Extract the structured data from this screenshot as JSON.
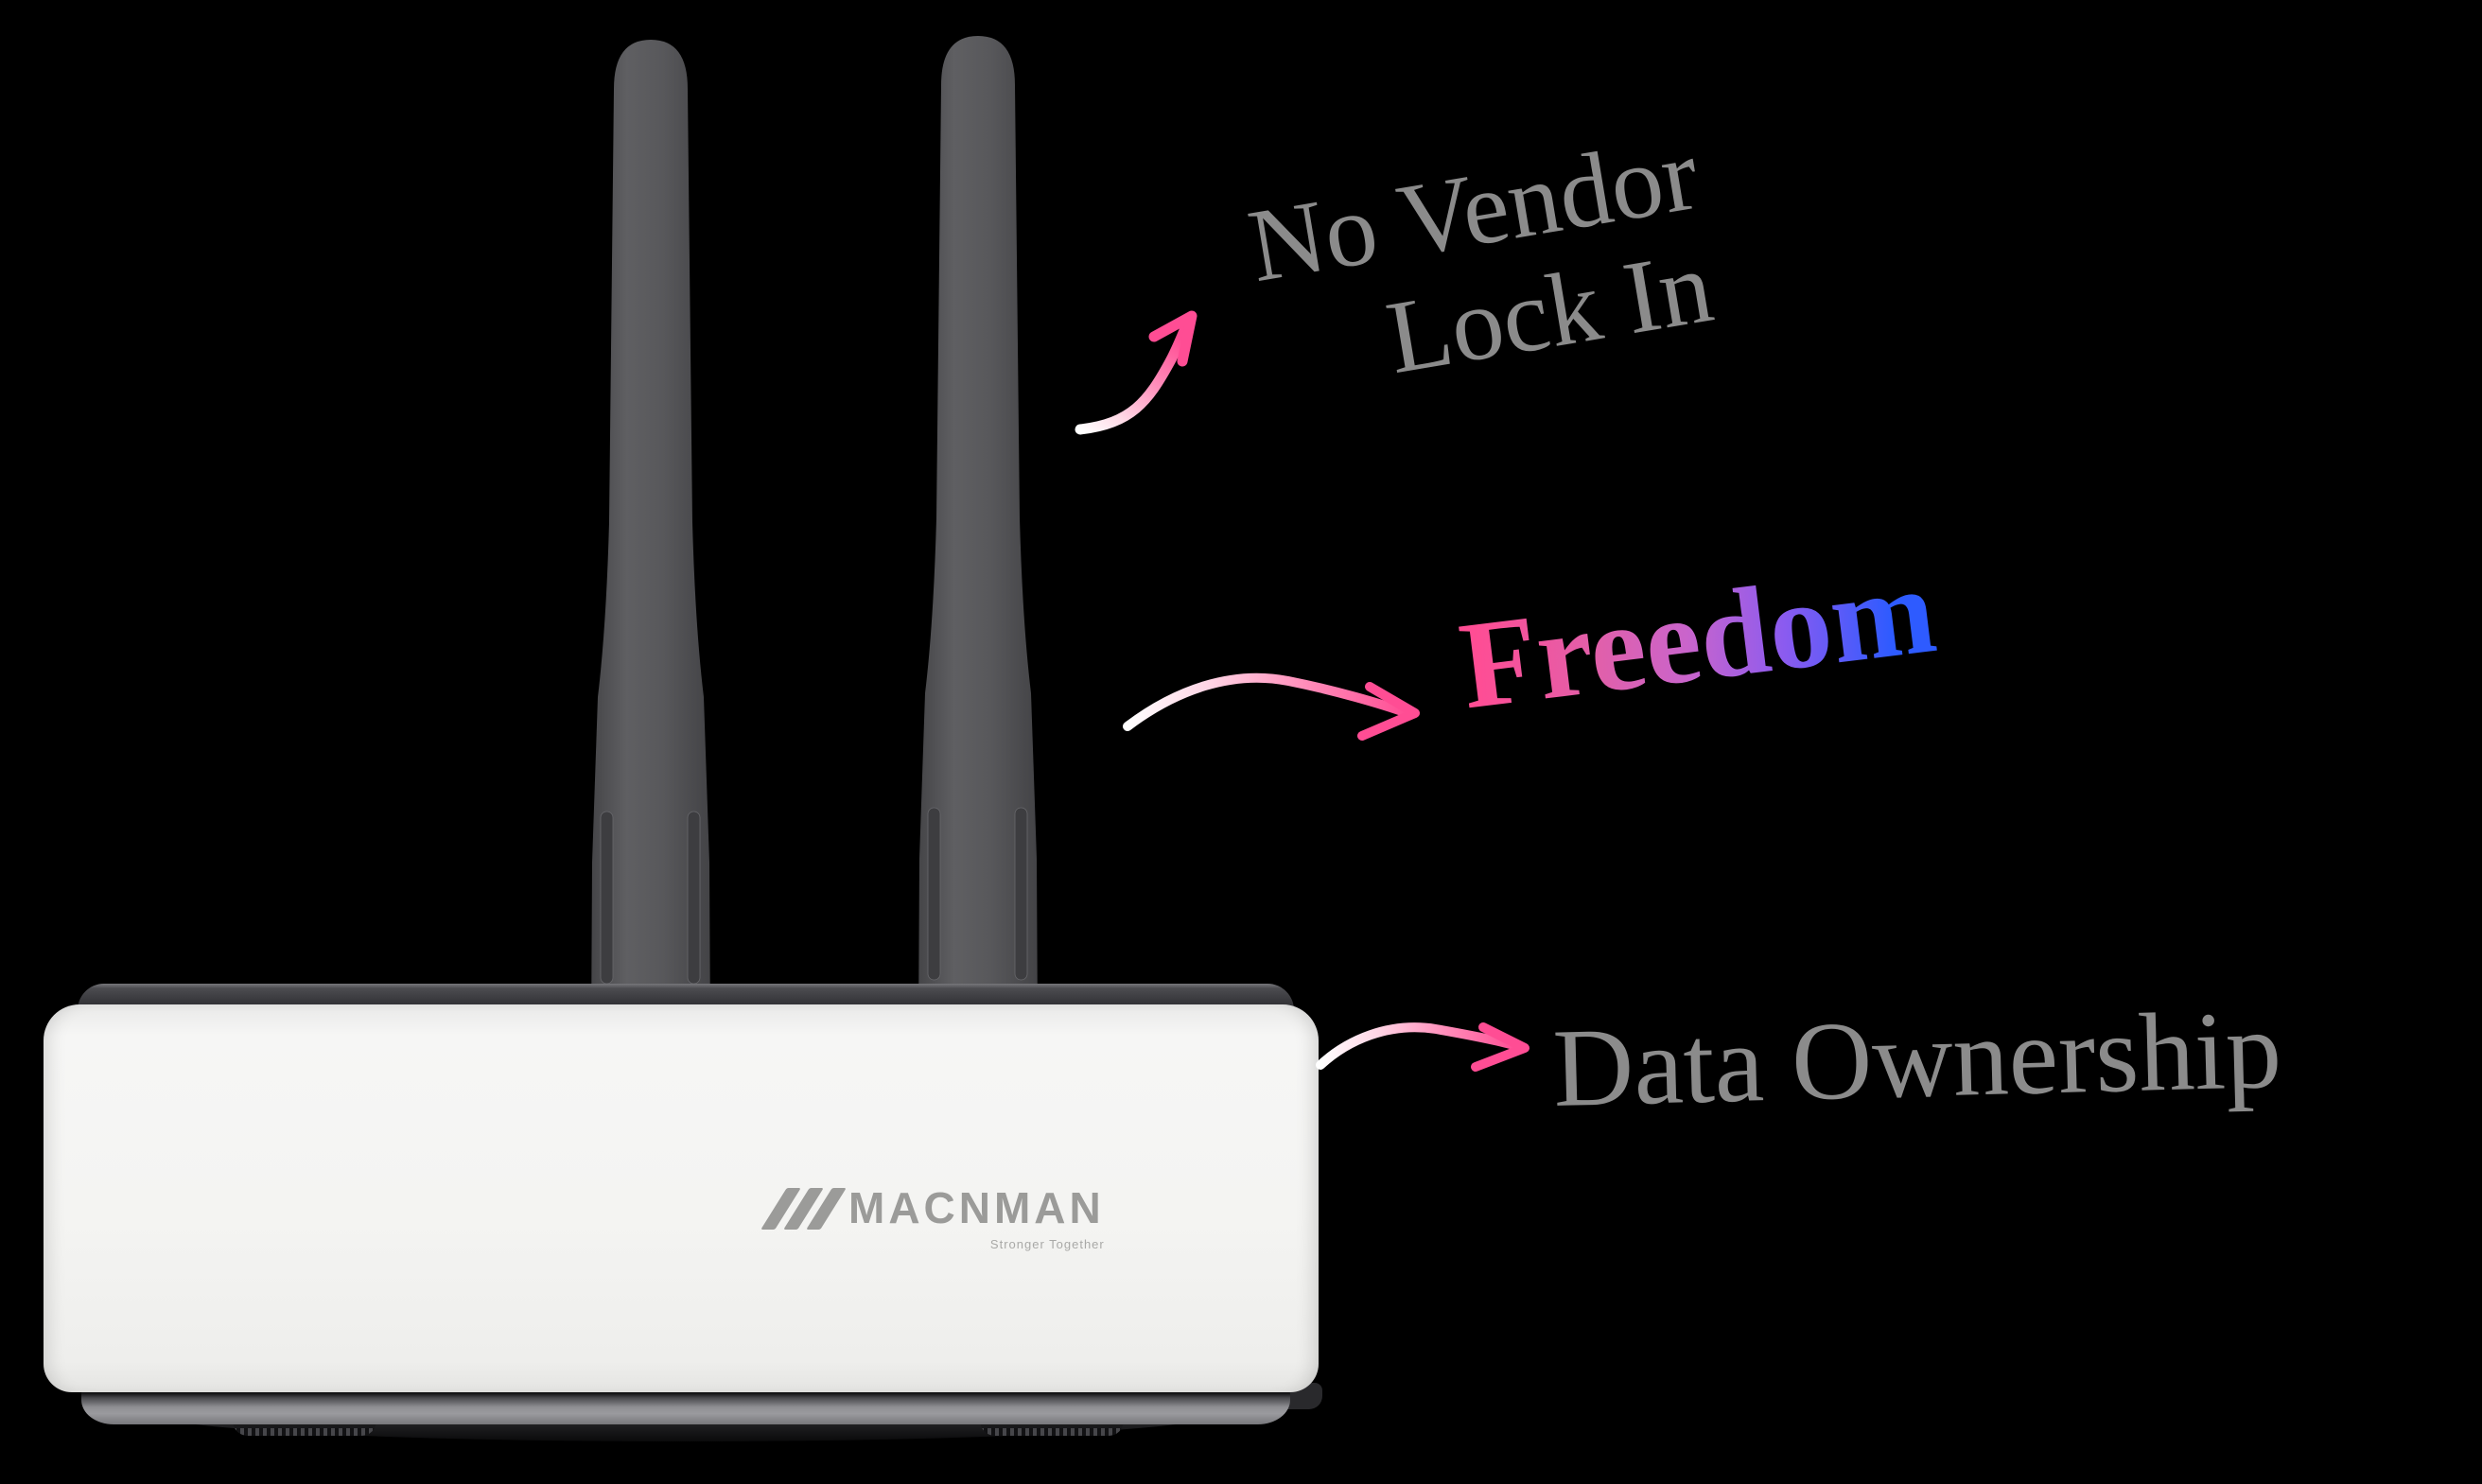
{
  "scene": {
    "background_color": "#000000",
    "description": "product-annotation-graphic"
  },
  "product": {
    "brand": "MACNMAN",
    "tagline": "Stronger Together",
    "logo_icon": "triple-slash-icon",
    "logo_color": "#9b9b99",
    "body_color": "#f4f4f2",
    "lid_color": "#2f2f33",
    "antenna_color": "#565659",
    "antenna_count": 2
  },
  "annotations": {
    "vendor": {
      "line1": "No Vendor",
      "line2": "Lock In",
      "color": "#8b8b8b"
    },
    "freedom": {
      "text": "Freedom",
      "gradient_from": "#ff4d94",
      "gradient_via": "#c964cc",
      "gradient_to": "#2e5bff"
    },
    "ownership": {
      "text": "Data Ownership",
      "color": "#8b8b8b"
    }
  },
  "arrows": {
    "count": 3,
    "start_color": "#ffffff",
    "end_color": "#ff4d94"
  }
}
